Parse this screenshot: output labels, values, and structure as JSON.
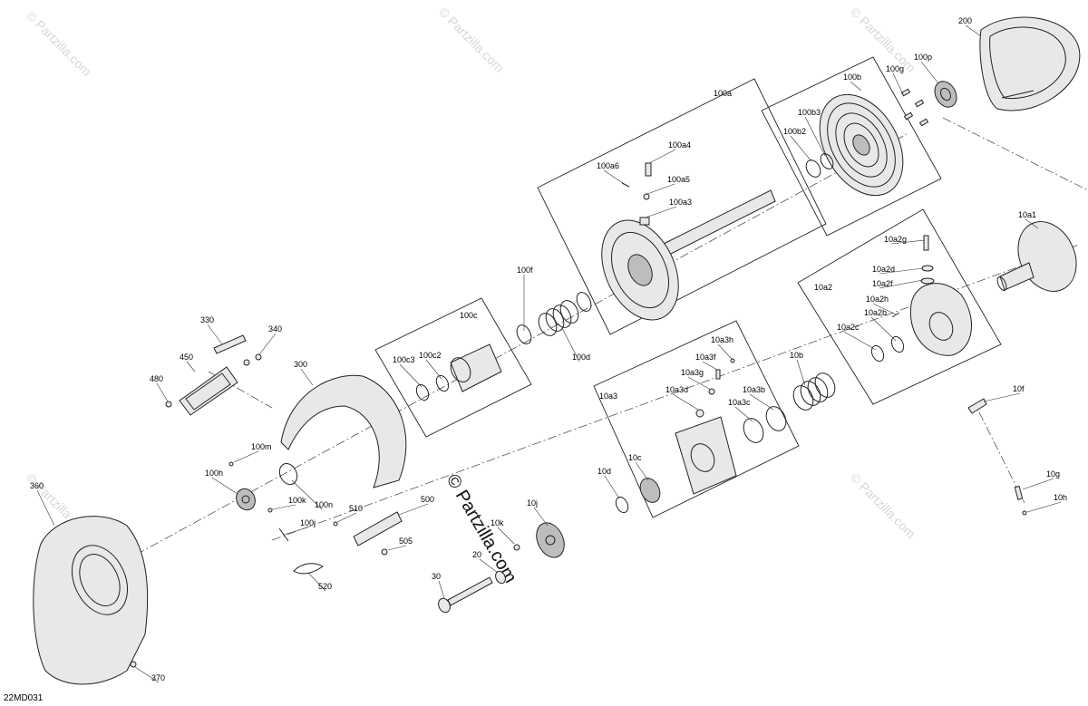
{
  "diagram": {
    "code": "22MD031",
    "watermark": "© Partzilla.com",
    "watermark_center": "© Partzilla.com",
    "callouts": [
      {
        "id": "200",
        "label": "200"
      },
      {
        "id": "100p",
        "label": "100p"
      },
      {
        "id": "100g",
        "label": "100g"
      },
      {
        "id": "100b",
        "label": "100b"
      },
      {
        "id": "100a",
        "label": "100a"
      },
      {
        "id": "100b3",
        "label": "100b3"
      },
      {
        "id": "100b2",
        "label": "100b2"
      },
      {
        "id": "100a4",
        "label": "100a4"
      },
      {
        "id": "100a6",
        "label": "100a6"
      },
      {
        "id": "100a5",
        "label": "100a5"
      },
      {
        "id": "100a3",
        "label": "100a3"
      },
      {
        "id": "10a1",
        "label": "10a1"
      },
      {
        "id": "10a2g",
        "label": "10a2g"
      },
      {
        "id": "10a2d",
        "label": "10a2d"
      },
      {
        "id": "10a2f",
        "label": "10a2f"
      },
      {
        "id": "10a2",
        "label": "10a2"
      },
      {
        "id": "10a2h",
        "label": "10a2h"
      },
      {
        "id": "10a2b",
        "label": "10a2b"
      },
      {
        "id": "10a2c",
        "label": "10a2c"
      },
      {
        "id": "100f",
        "label": "100f"
      },
      {
        "id": "100c",
        "label": "100c"
      },
      {
        "id": "100d",
        "label": "100d"
      },
      {
        "id": "100c3",
        "label": "100c3"
      },
      {
        "id": "100c2",
        "label": "100c2"
      },
      {
        "id": "330",
        "label": "330"
      },
      {
        "id": "340",
        "label": "340"
      },
      {
        "id": "300",
        "label": "300"
      },
      {
        "id": "450",
        "label": "450"
      },
      {
        "id": "480",
        "label": "480"
      },
      {
        "id": "10a3h",
        "label": "10a3h"
      },
      {
        "id": "10a3f",
        "label": "10a3f"
      },
      {
        "id": "10a3g",
        "label": "10a3g"
      },
      {
        "id": "10a3d",
        "label": "10a3d"
      },
      {
        "id": "10a3b",
        "label": "10a3b"
      },
      {
        "id": "10a3c",
        "label": "10a3c"
      },
      {
        "id": "10a3",
        "label": "10a3"
      },
      {
        "id": "10b",
        "label": "10b"
      },
      {
        "id": "10f",
        "label": "10f"
      },
      {
        "id": "100m",
        "label": "100m"
      },
      {
        "id": "100h",
        "label": "100h"
      },
      {
        "id": "100k",
        "label": "100k"
      },
      {
        "id": "100n",
        "label": "100n"
      },
      {
        "id": "100j",
        "label": "100j"
      },
      {
        "id": "10d",
        "label": "10d"
      },
      {
        "id": "10c",
        "label": "10c"
      },
      {
        "id": "10j",
        "label": "10j"
      },
      {
        "id": "10k",
        "label": "10k"
      },
      {
        "id": "10g",
        "label": "10g"
      },
      {
        "id": "10h",
        "label": "10h"
      },
      {
        "id": "20",
        "label": "20"
      },
      {
        "id": "30",
        "label": "30"
      },
      {
        "id": "360",
        "label": "360"
      },
      {
        "id": "370",
        "label": "370"
      },
      {
        "id": "500",
        "label": "500"
      },
      {
        "id": "505",
        "label": "505"
      },
      {
        "id": "510",
        "label": "510"
      },
      {
        "id": "520",
        "label": "520"
      }
    ]
  }
}
